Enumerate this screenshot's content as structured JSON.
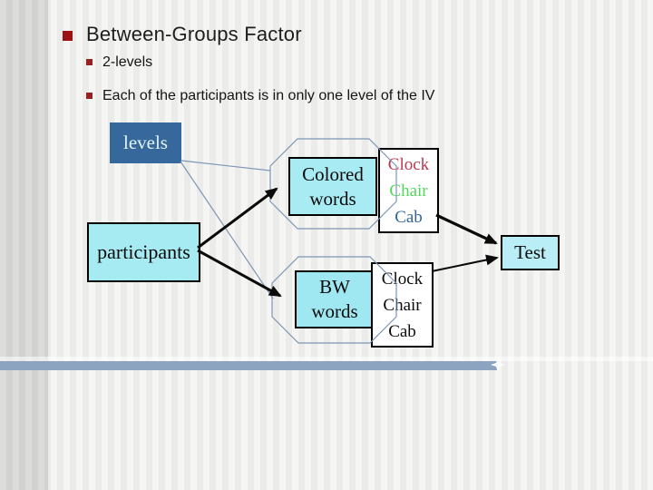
{
  "slide": {
    "title": "Between-Groups Factor",
    "bullets": [
      "2-levels",
      "Each of the participants is in only one level of the IV"
    ]
  },
  "diagram": {
    "levels_label": "levels",
    "participants_label": "participants",
    "colored_words": {
      "line1": "Colored",
      "line2": "words"
    },
    "bw_words": {
      "line1": "BW",
      "line2": "words"
    },
    "top_stimuli": {
      "items": [
        {
          "text": "Clock",
          "color": "#b93a4e"
        },
        {
          "text": "Chair",
          "color": "#53d65c"
        },
        {
          "text": "Cab",
          "color": "#33669a"
        }
      ]
    },
    "bottom_stimuli": {
      "items": [
        {
          "text": "Clock",
          "color": "#0b0b0b"
        },
        {
          "text": "Chair",
          "color": "#0b0b0b"
        },
        {
          "text": "Cab",
          "color": "#0b0b0b"
        }
      ]
    },
    "test_label": "Test"
  },
  "icons": {
    "title_bullet": "square",
    "sub_bullet": "square",
    "sparkle": "four-point-star"
  },
  "colors": {
    "bullet_red": "#9a1414",
    "levels_box_bg": "#36689b",
    "cyan_box_bg": "#a6eaf2",
    "connector_blue": "#7c97b5",
    "arrow_black": "#0a0a0a",
    "accent_bar": "#8da4c0"
  }
}
